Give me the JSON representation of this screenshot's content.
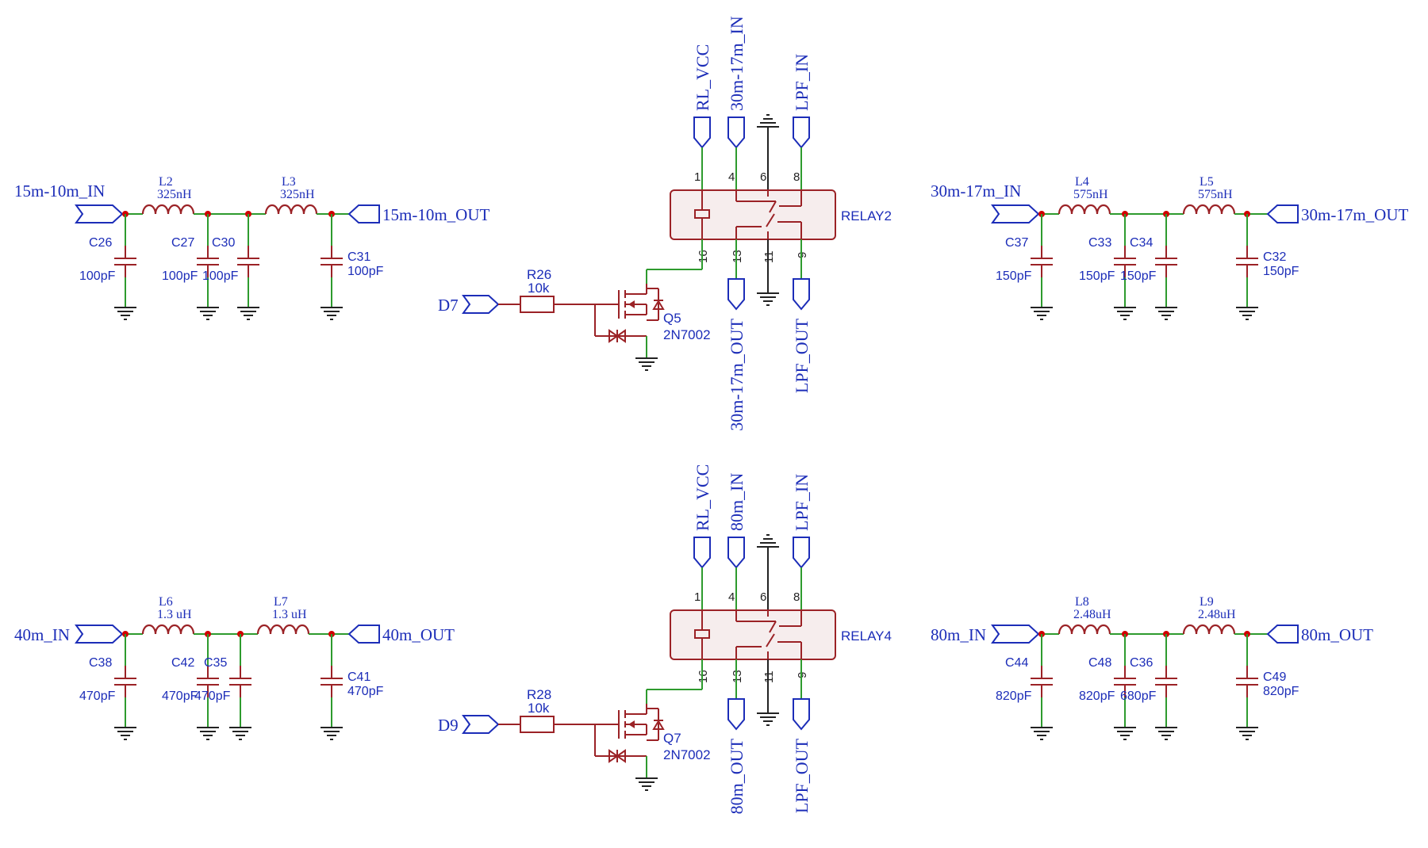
{
  "colors": {
    "wire": "#2e9b2e",
    "component": "#9b2226",
    "net_label": "#1c2db8",
    "junction": "#d10000",
    "ground": "#222222"
  },
  "filters": [
    {
      "in": "15m-10m_IN",
      "out": "15m-10m_OUT",
      "l1": {
        "ref": "L2",
        "val": "325nH"
      },
      "l2": {
        "ref": "L3",
        "val": "325nH"
      },
      "c": [
        {
          "ref": "C26",
          "val": "100pF"
        },
        {
          "ref": "C27",
          "val": "100pF"
        },
        {
          "ref": "C30",
          "val": "100pF"
        },
        {
          "ref": "C31",
          "val": "100pF"
        }
      ]
    },
    {
      "in": "30m-17m_IN",
      "out": "30m-17m_OUT",
      "l1": {
        "ref": "L4",
        "val": "575nH"
      },
      "l2": {
        "ref": "L5",
        "val": "575nH"
      },
      "c": [
        {
          "ref": "C37",
          "val": "150pF"
        },
        {
          "ref": "C33",
          "val": "150pF"
        },
        {
          "ref": "C34",
          "val": "150pF"
        },
        {
          "ref": "C32",
          "val": "150pF"
        }
      ]
    },
    {
      "in": "40m_IN",
      "out": "40m_OUT",
      "l1": {
        "ref": "L6",
        "val": "1.3 uH"
      },
      "l2": {
        "ref": "L7",
        "val": "1.3 uH"
      },
      "c": [
        {
          "ref": "C38",
          "val": "470pF"
        },
        {
          "ref": "C42",
          "val": "470pF"
        },
        {
          "ref": "C35",
          "val": "470pF"
        },
        {
          "ref": "C41",
          "val": "470pF"
        }
      ]
    },
    {
      "in": "80m_IN",
      "out": "80m_OUT",
      "l1": {
        "ref": "L8",
        "val": "2.48uH"
      },
      "l2": {
        "ref": "L9",
        "val": "2.48uH"
      },
      "c": [
        {
          "ref": "C44",
          "val": "820pF"
        },
        {
          "ref": "C48",
          "val": "820pF"
        },
        {
          "ref": "C36",
          "val": "680pF"
        },
        {
          "ref": "C49",
          "val": "820pF"
        }
      ]
    }
  ],
  "relays": [
    {
      "ref": "RELAY2",
      "vcc": "RL_VCC",
      "in_a": "30m-17m_IN",
      "in_b": "LPF_IN",
      "out_a": "30m-17m_OUT",
      "out_b": "LPF_OUT",
      "pins": {
        "p1": "1",
        "p4": "4",
        "p6": "6",
        "p8": "8",
        "p16": "16",
        "p13": "13",
        "p11": "11",
        "p9": "9"
      },
      "drive": {
        "net": "D7",
        "r_ref": "R26",
        "r_val": "10k",
        "q_ref": "Q5",
        "q_val": "2N7002"
      }
    },
    {
      "ref": "RELAY4",
      "vcc": "RL_VCC",
      "in_a": "80m_IN",
      "in_b": "LPF_IN",
      "out_a": "80m_OUT",
      "out_b": "LPF_OUT",
      "pins": {
        "p1": "1",
        "p4": "4",
        "p6": "6",
        "p8": "8",
        "p16": "16",
        "p13": "13",
        "p11": "11",
        "p9": "9"
      },
      "drive": {
        "net": "D9",
        "r_ref": "R28",
        "r_val": "10k",
        "q_ref": "Q7",
        "q_val": "2N7002"
      }
    }
  ]
}
